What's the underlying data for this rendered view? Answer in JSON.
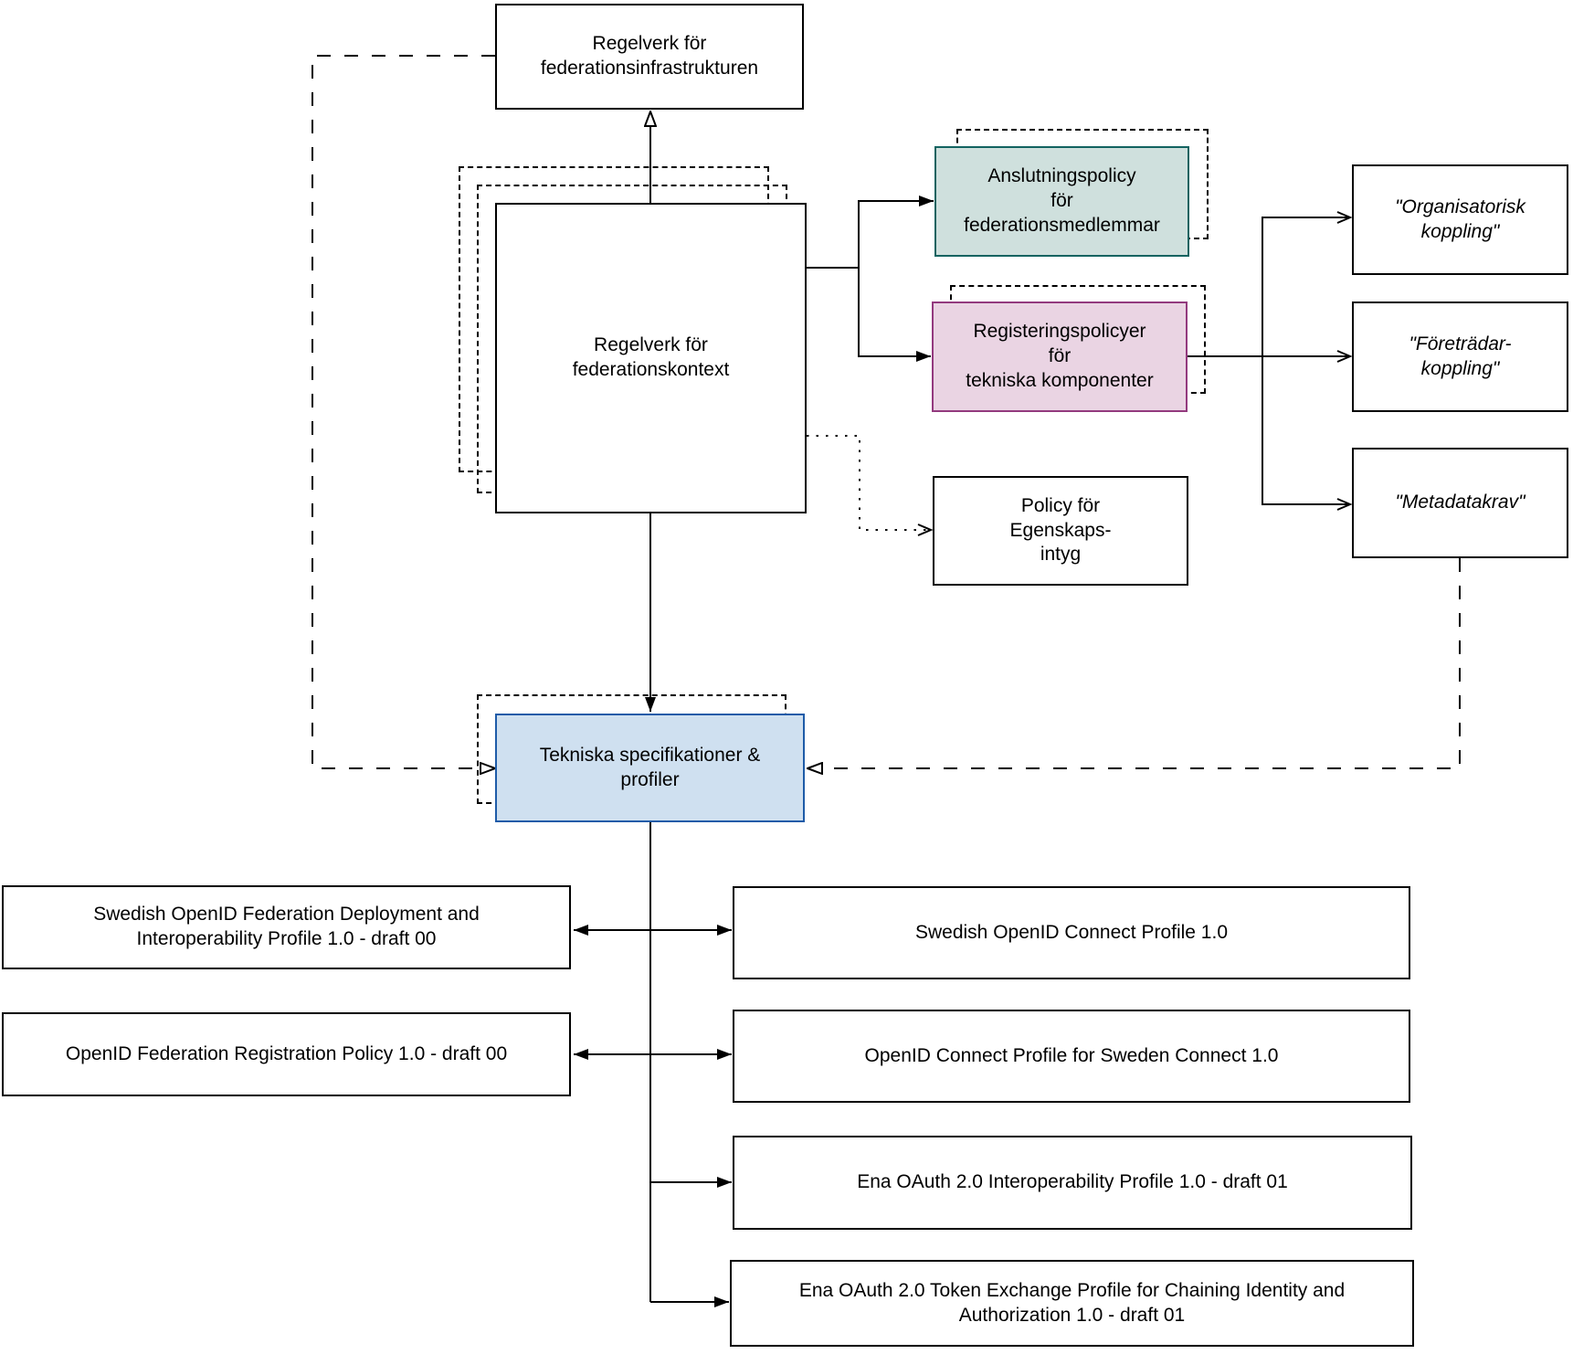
{
  "diagram": {
    "nodes": {
      "infrastruktur": {
        "label": "Regelverk för\nfederationsinfrastrukturen"
      },
      "kontext": {
        "label": "Regelverk för\nfederationskontext"
      },
      "anslutningspolicy": {
        "label": "Anslutningspolicy\nför\nfederationsmedlemmar"
      },
      "registeringspolicyer": {
        "label": "Registeringspolicyer\nför\ntekniska komponenter"
      },
      "egenskapsintyg": {
        "label": "Policy för\nEgenskaps-\nintyg"
      },
      "organisatorisk": {
        "label": "\"Organisatorisk\nkoppling\""
      },
      "foretradar": {
        "label": "\"Företrädar-\nkoppling\""
      },
      "metadatakrav": {
        "label": "\"Metadatakrav\""
      },
      "tekniska": {
        "label": "Tekniska specifikationer &\nprofiler"
      },
      "sw_deploy": {
        "label": "Swedish OpenID Federation Deployment and\nInteroperability Profile 1.0 - draft 00"
      },
      "openid_reg_policy": {
        "label": "OpenID Federation Registration Policy 1.0 - draft 00"
      },
      "sw_oidc": {
        "label": "Swedish OpenID Connect Profile 1.0"
      },
      "oidc_sweden": {
        "label": "OpenID Connect Profile for Sweden Connect 1.0"
      },
      "ena_interop": {
        "label": "Ena OAuth 2.0 Interoperability Profile 1.0 - draft 01"
      },
      "ena_token": {
        "label": "Ena OAuth 2.0 Token Exchange Profile for Chaining Identity and\nAuthorization 1.0 - draft 01"
      }
    },
    "colors": {
      "background": "#ffffff",
      "line": "#000000",
      "teal_fill": "#cfe0dd",
      "teal_border": "#136360",
      "pink_fill": "#ead4e3",
      "pink_border": "#933a7e",
      "blue_fill": "#cfe0f0",
      "blue_border": "#1e5ba8"
    }
  }
}
